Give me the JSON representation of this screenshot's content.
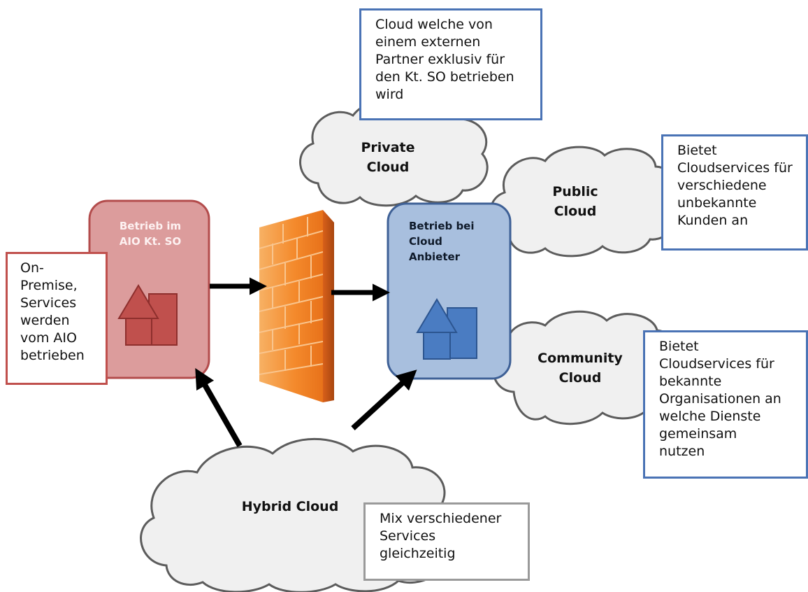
{
  "colors": {
    "cloud_fill": "#f0f0f0",
    "cloud_stroke": "#5c5c5c",
    "onprem_fill": "#dc9c9c",
    "onprem_stroke": "#b34c4c",
    "provider_fill": "#a8bfde",
    "provider_stroke": "#3e6096",
    "note_blue_border": "#4a73b5",
    "note_red_border": "#c0504d",
    "note_gray_border": "#9a9a9a",
    "firewall_orange": "#f07e22",
    "arrow": "#000000"
  },
  "icons": {
    "onprem_house": "house-icon",
    "provider_house": "house-icon",
    "firewall": "firewall-icon"
  },
  "clouds": {
    "private": [
      "Private",
      "Cloud"
    ],
    "public": [
      "Public",
      "Cloud"
    ],
    "community": [
      "Community",
      "Cloud"
    ],
    "hybrid": [
      "Hybrid Cloud"
    ]
  },
  "boxes": {
    "onprem": [
      "Betrieb im",
      "AIO Kt. SO"
    ],
    "provider": [
      "Betrieb bei",
      "Cloud",
      "Anbieter"
    ]
  },
  "notes": {
    "private": [
      "Cloud welche von",
      "einem externen",
      "Partner exklusiv für",
      "den Kt. SO betrieben",
      "wird"
    ],
    "public": [
      "Bietet",
      "Cloudservices für",
      "verschiedene",
      "unbekannte",
      "Kunden an"
    ],
    "community": [
      "Bietet",
      "Cloudservices für",
      "bekannte",
      "Organisationen an",
      "welche Dienste",
      "gemeinsam",
      "nutzen"
    ],
    "onprem": [
      "On-",
      "Premise,",
      "Services",
      "werden",
      "vom AIO",
      "betrieben"
    ],
    "hybrid": [
      "Mix verschiedener",
      "Services",
      "gleichzeitig"
    ]
  }
}
